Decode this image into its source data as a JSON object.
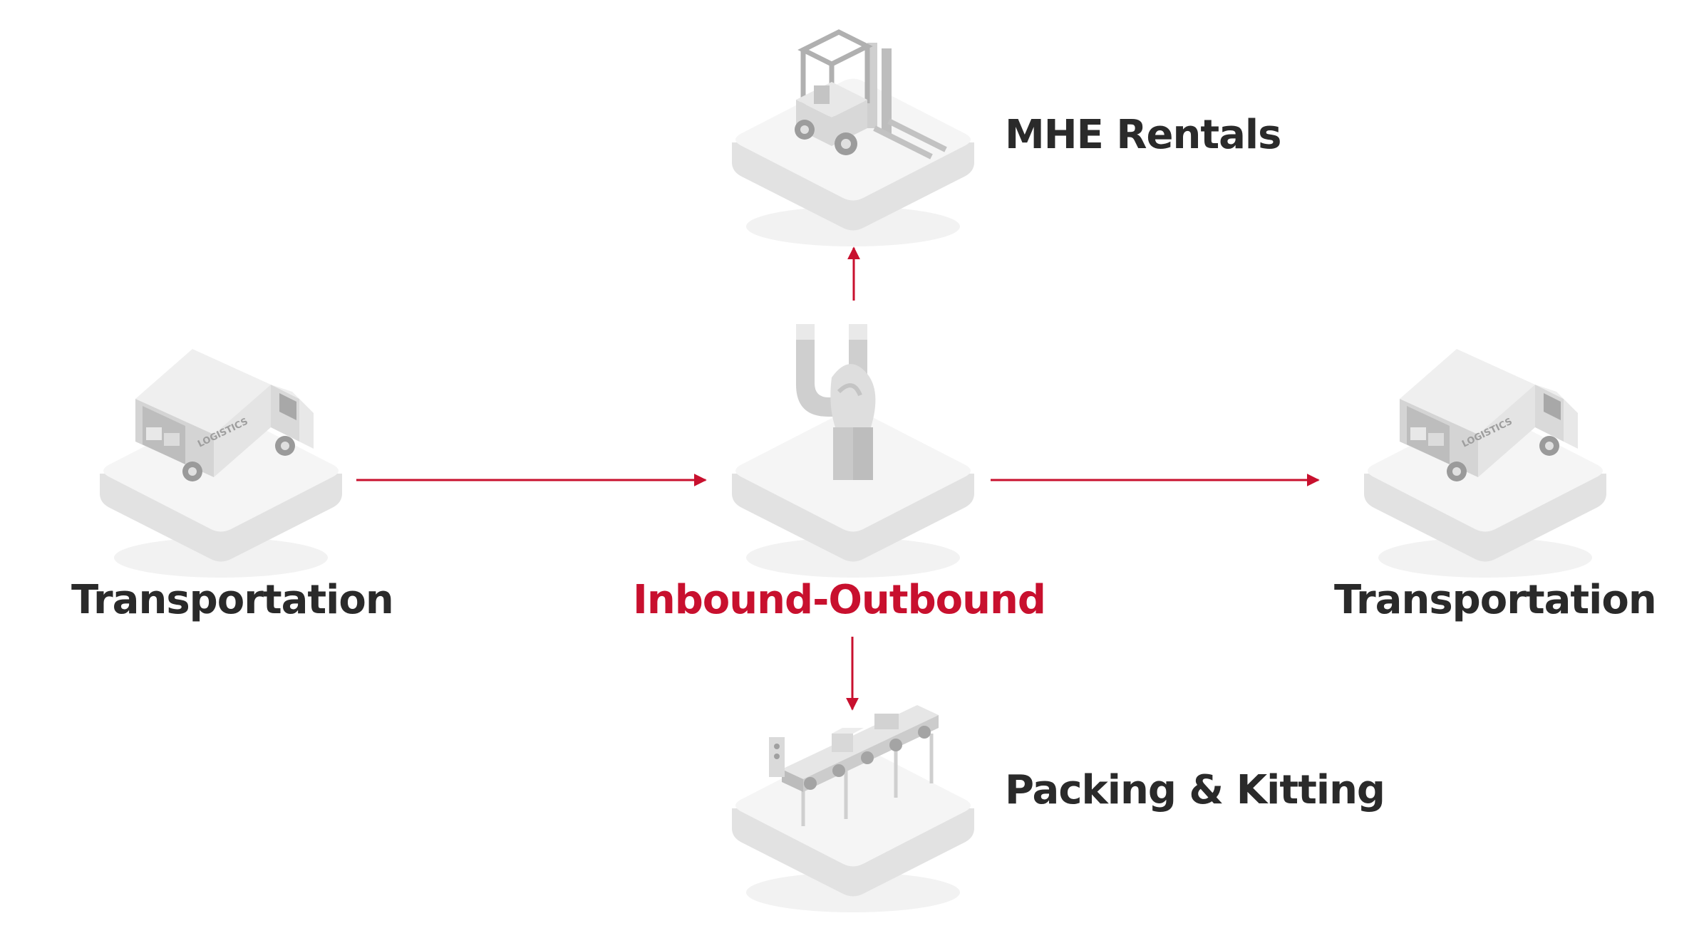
{
  "nodes": {
    "mhe": {
      "label": "MHE Rentals",
      "icon": "forklift-icon"
    },
    "transport_left": {
      "label": "Transportation",
      "icon": "delivery-truck-icon"
    },
    "center": {
      "label": "Inbound-Outbound",
      "icon": "magnet-hand-icon"
    },
    "transport_right": {
      "label": "Transportation",
      "icon": "delivery-truck-icon"
    },
    "packing": {
      "label": "Packing & Kitting",
      "icon": "conveyor-belt-icon"
    }
  },
  "truck_side_text": "LOGISTICS",
  "colors": {
    "accent": "#c8102e",
    "label": "#2a2a2a",
    "platform_top": "#f4f4f4",
    "platform_side": "#e3e3e3",
    "illustration": "#d6d6d6"
  }
}
